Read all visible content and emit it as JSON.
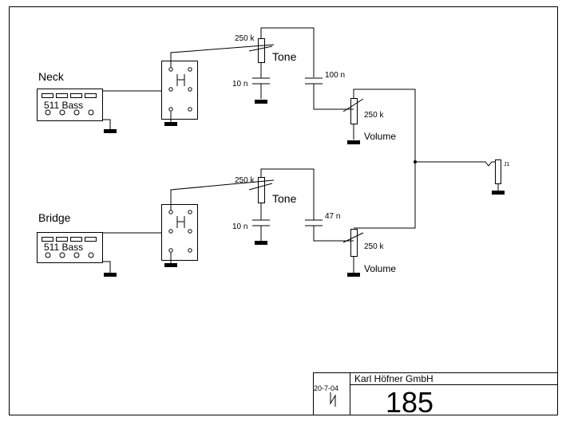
{
  "sections": {
    "neck": {
      "label": "Neck",
      "pickup_label": "511 Bass",
      "tone_pot": "250 k",
      "tone_label": "Tone",
      "tone_cap": "10 n",
      "coupling_cap": "100 n",
      "volume_pot": "250 k",
      "volume_label": "Volume"
    },
    "bridge": {
      "label": "Bridge",
      "pickup_label": "511 Bass",
      "tone_pot": "250 k",
      "tone_label": "Tone",
      "tone_cap": "10 n",
      "coupling_cap": "47 n",
      "volume_pot": "250 k",
      "volume_label": "Volume"
    }
  },
  "output": {
    "jack_label": "J1"
  },
  "title_block": {
    "date": "20-7-04",
    "company": "Karl Höfner GmbH",
    "number": "185"
  }
}
